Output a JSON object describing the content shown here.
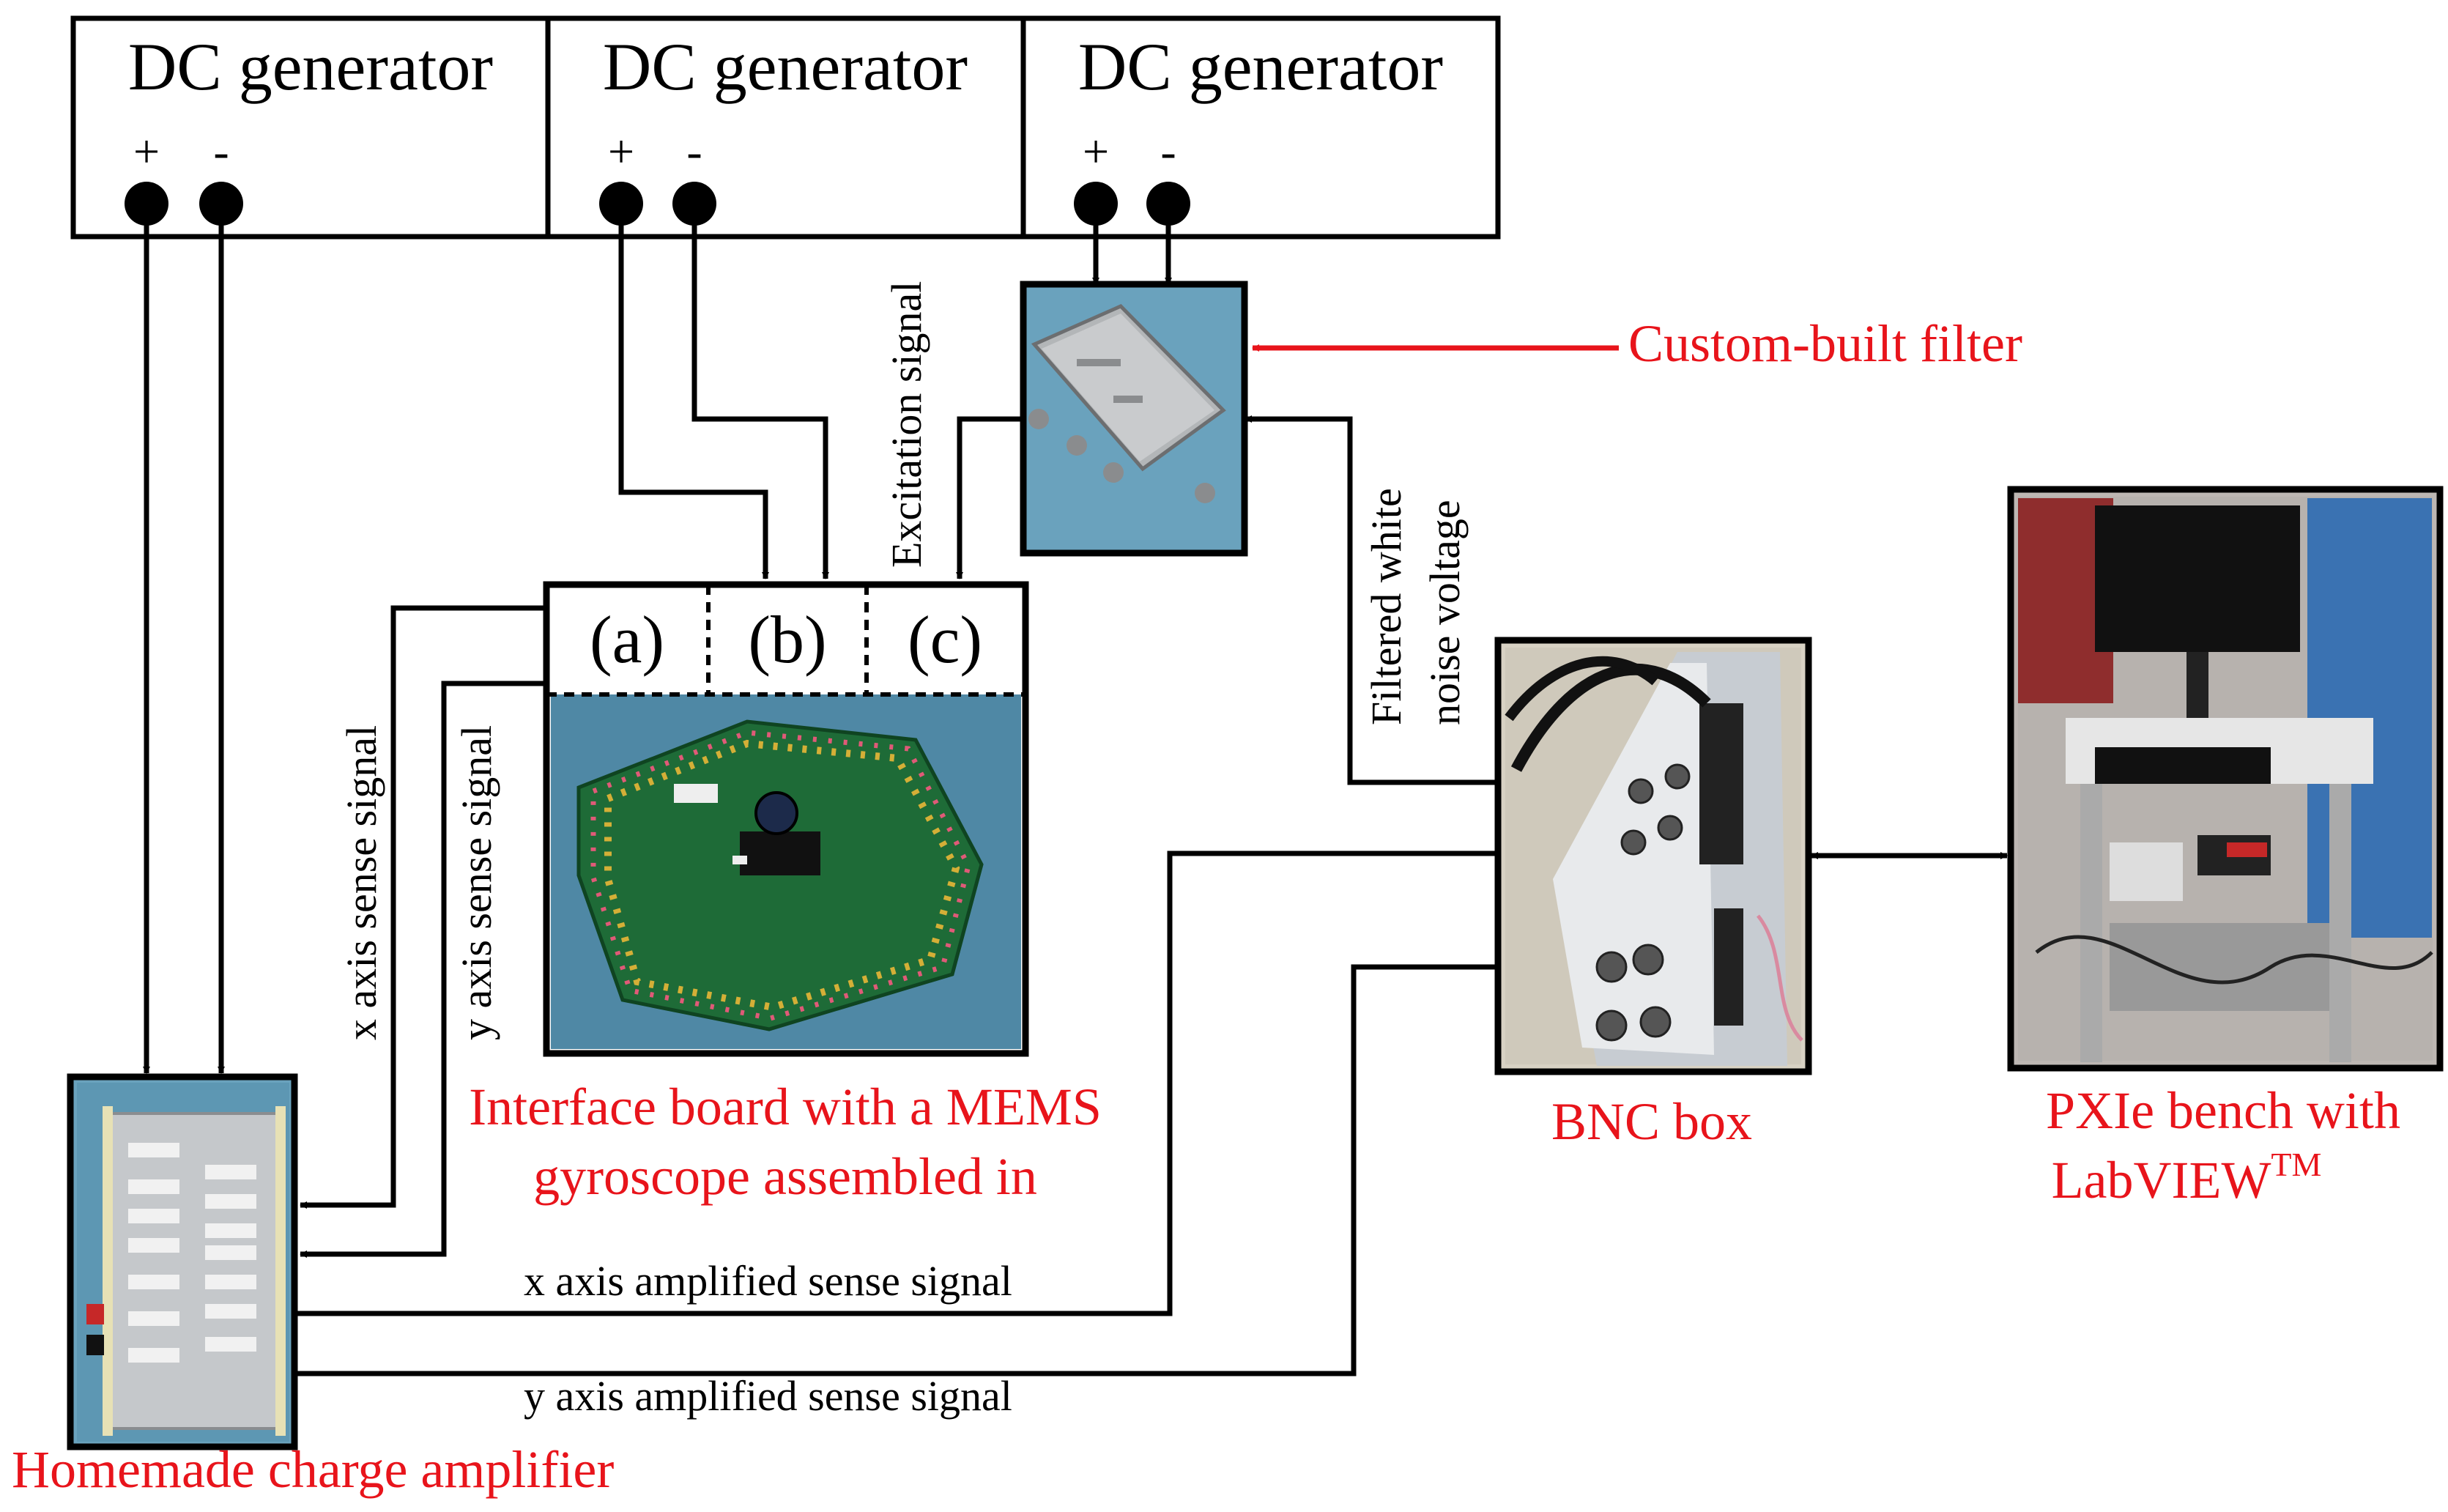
{
  "generators": [
    {
      "label": "DC generator",
      "plus": "+",
      "minus": "-"
    },
    {
      "label": "DC generator",
      "plus": "+",
      "minus": "-"
    },
    {
      "label": "DC generator",
      "plus": "+",
      "minus": "-"
    }
  ],
  "components": {
    "filter_label": "Custom-built filter",
    "board_label_line1": "Interface board with a MEMS",
    "board_label_line2": "gyroscope assembled in",
    "amplifier_label": "Homemade charge amplifier",
    "bnc_label": "BNC box",
    "pxie_label_line1": "PXIe bench with",
    "pxie_label_line2": "LabVIEW",
    "pxie_label_sup": "TM"
  },
  "ports": {
    "a": "(a)",
    "b": "(b)",
    "c": "(c)"
  },
  "signals": {
    "excitation": "Excitation signal",
    "filtered_line1": "Filtered white",
    "filtered_line2": "noise voltage",
    "x_sense": "x axis sense signal",
    "y_sense": "y axis sense signal",
    "x_amplified": "x axis amplified sense signal",
    "y_amplified": "y axis amplified sense signal"
  },
  "colors": {
    "label_red": "#e8141b",
    "photo_background_blue": "#5a90aa",
    "pcb_green": "#1e6b37",
    "line_black": "#000000"
  }
}
